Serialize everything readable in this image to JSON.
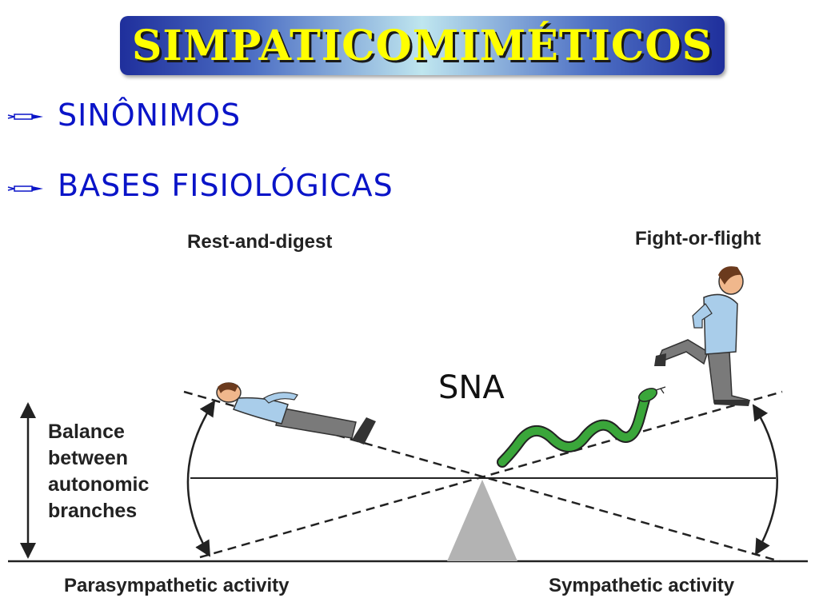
{
  "title": "SIMPATICOMIMÉTICOS",
  "bullets": [
    "SINÔNIMOS",
    "BASES FISIOLÓGICAS"
  ],
  "diagram": {
    "top_left_label": "Rest-and-digest",
    "top_right_label": "Fight-or-flight",
    "center_label": "SNA",
    "balance_label": [
      "Balance",
      "between",
      "autonomic",
      "branches"
    ],
    "bottom_left_label": "Parasympathetic activity",
    "bottom_right_label": "Sympathetic activity"
  },
  "colors": {
    "title_text": "#ffff00",
    "bullet_text": "#0a14c8",
    "snake": "#3aa63a",
    "shirt": "#a9cdea",
    "pants": "#7a7a7a",
    "fulcrum": "#b3b3b3"
  }
}
